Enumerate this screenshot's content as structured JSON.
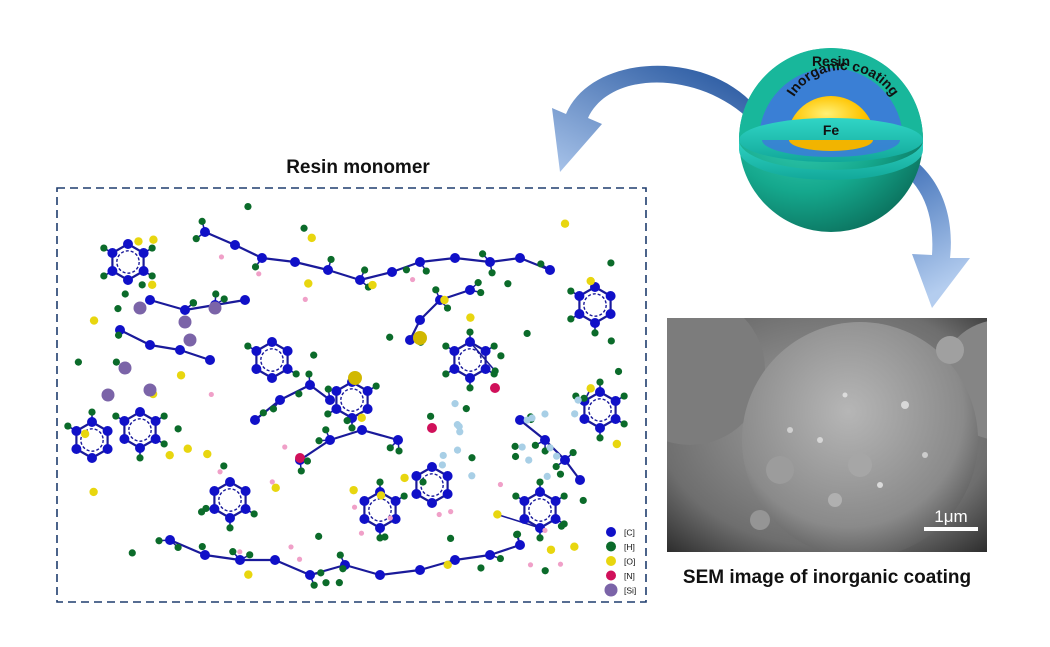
{
  "title_resin_monomer": "Resin monomer",
  "sem_caption": "SEM image of inorganic coating",
  "scale_bar_label": "1μm",
  "particle": {
    "layer_outer": "Resin",
    "layer_middle": "Inorganic coating",
    "core": "Fe"
  },
  "legend": [
    {
      "label": "[C]",
      "color": "#1010c8"
    },
    {
      "label": "[H]",
      "color": "#0b6b2a"
    },
    {
      "label": "[O]",
      "color": "#e8d60f"
    },
    {
      "label": "[N]",
      "color": "#d0105a"
    },
    {
      "label": "[Si]",
      "color": "#7b64a8"
    }
  ],
  "colors": {
    "resin_shell": "#1ab89a",
    "inorganic": "#3a7fd5",
    "core": "#f5b800",
    "frame_dash": "#1f3d6e"
  }
}
